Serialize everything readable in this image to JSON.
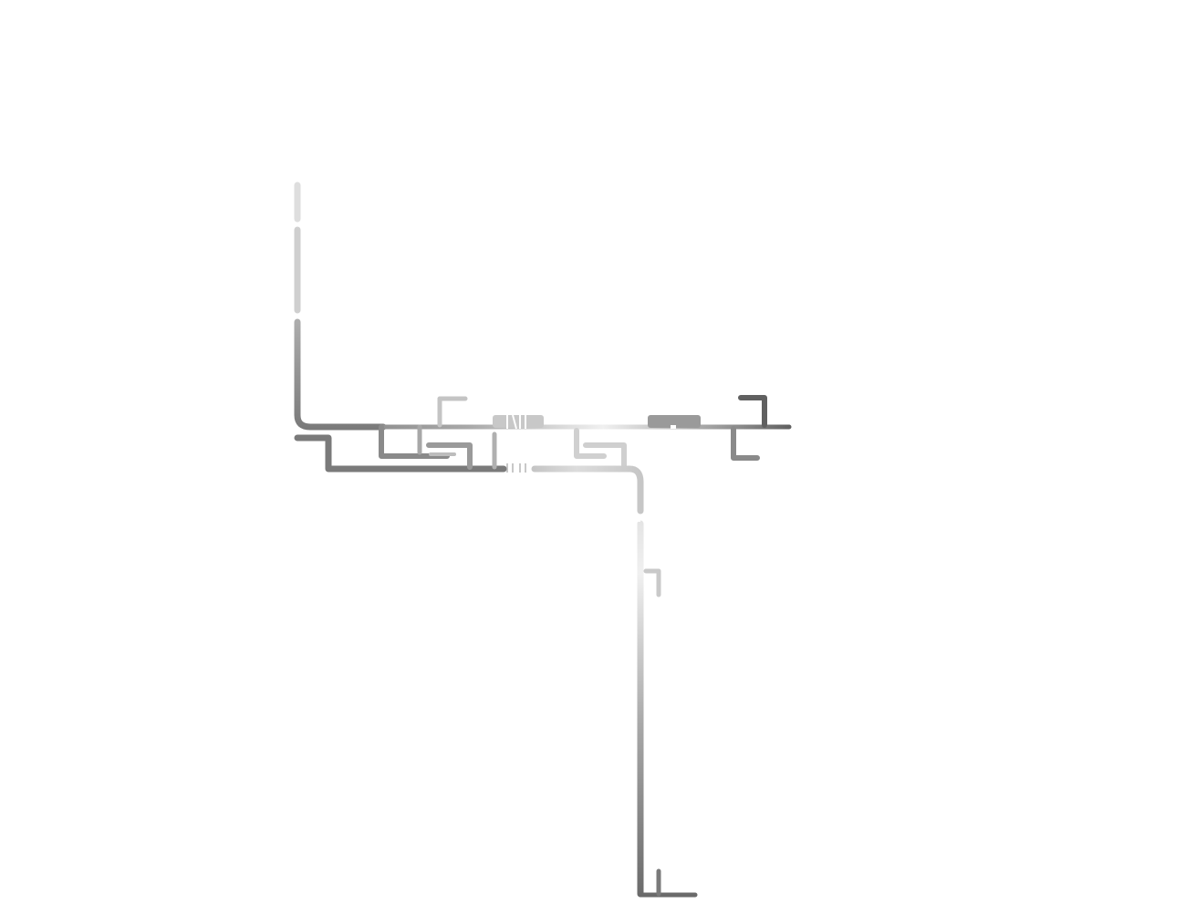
{
  "diagram": {
    "type": "aluminium-profile-cross-section",
    "background": "#ffffff",
    "colors": {
      "profile_dark": "#6e6e6e",
      "profile_mid": "#9a9a9a",
      "profile_light": "#d6d6d6",
      "profile_highlight": "#f2f2f2"
    },
    "components": [
      "vertical-frame-leg",
      "horizontal-frame-rail",
      "sash-profile",
      "thermal-break",
      "glazing-bead",
      "drip-leg",
      "foot-flange"
    ]
  }
}
